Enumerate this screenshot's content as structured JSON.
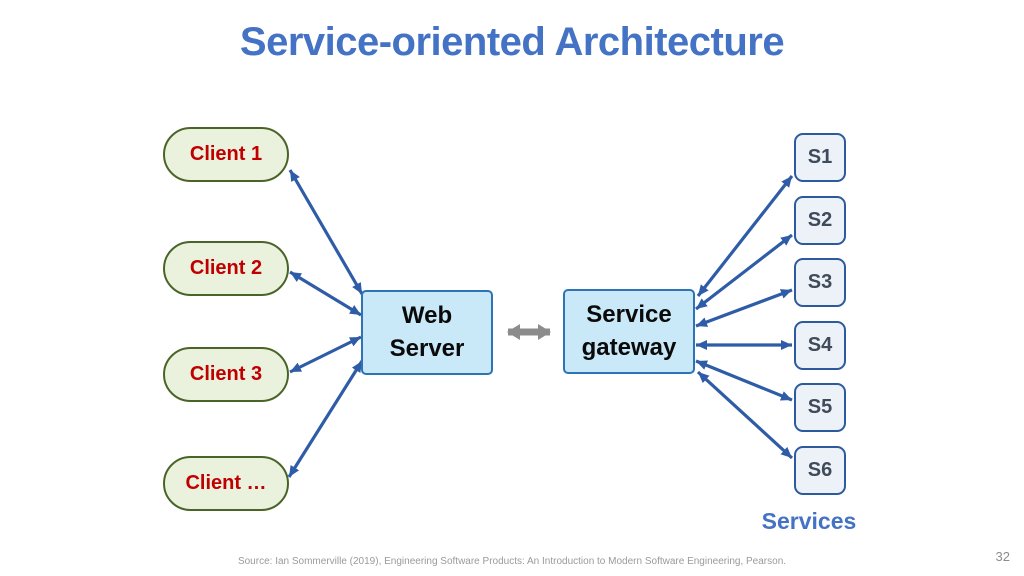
{
  "title": "Service-oriented Architecture",
  "diagram": {
    "clients": [
      {
        "label": "Client 1"
      },
      {
        "label": "Client 2"
      },
      {
        "label": "Client 3"
      },
      {
        "label": "Client …"
      }
    ],
    "web_server": {
      "line1": "Web",
      "line2": "Server"
    },
    "gateway": {
      "line1": "Service",
      "line2": "gateway"
    },
    "services": [
      {
        "label": "S1"
      },
      {
        "label": "S2"
      },
      {
        "label": "S3"
      },
      {
        "label": "S4"
      },
      {
        "label": "S5"
      },
      {
        "label": "S6"
      }
    ],
    "services_caption": "Services"
  },
  "footer": {
    "source": "Source: Ian Sommerville (2019), Engineering Software Products:  An Introduction to Modern Software Engineering, Pearson.",
    "page_number": "32"
  },
  "colors": {
    "title_blue": "#4472c4",
    "arrow_blue": "#2e5ca6",
    "link_gray": "#8c8c8c",
    "client_fill": "#eaf1dd",
    "client_border": "#4a6428",
    "client_text_red": "#c00000",
    "server_fill": "#c9e8f8",
    "server_border": "#2e74b5",
    "service_fill": "#edf2f9",
    "service_border": "#2c5a9c",
    "service_text": "#3f4a5a"
  }
}
